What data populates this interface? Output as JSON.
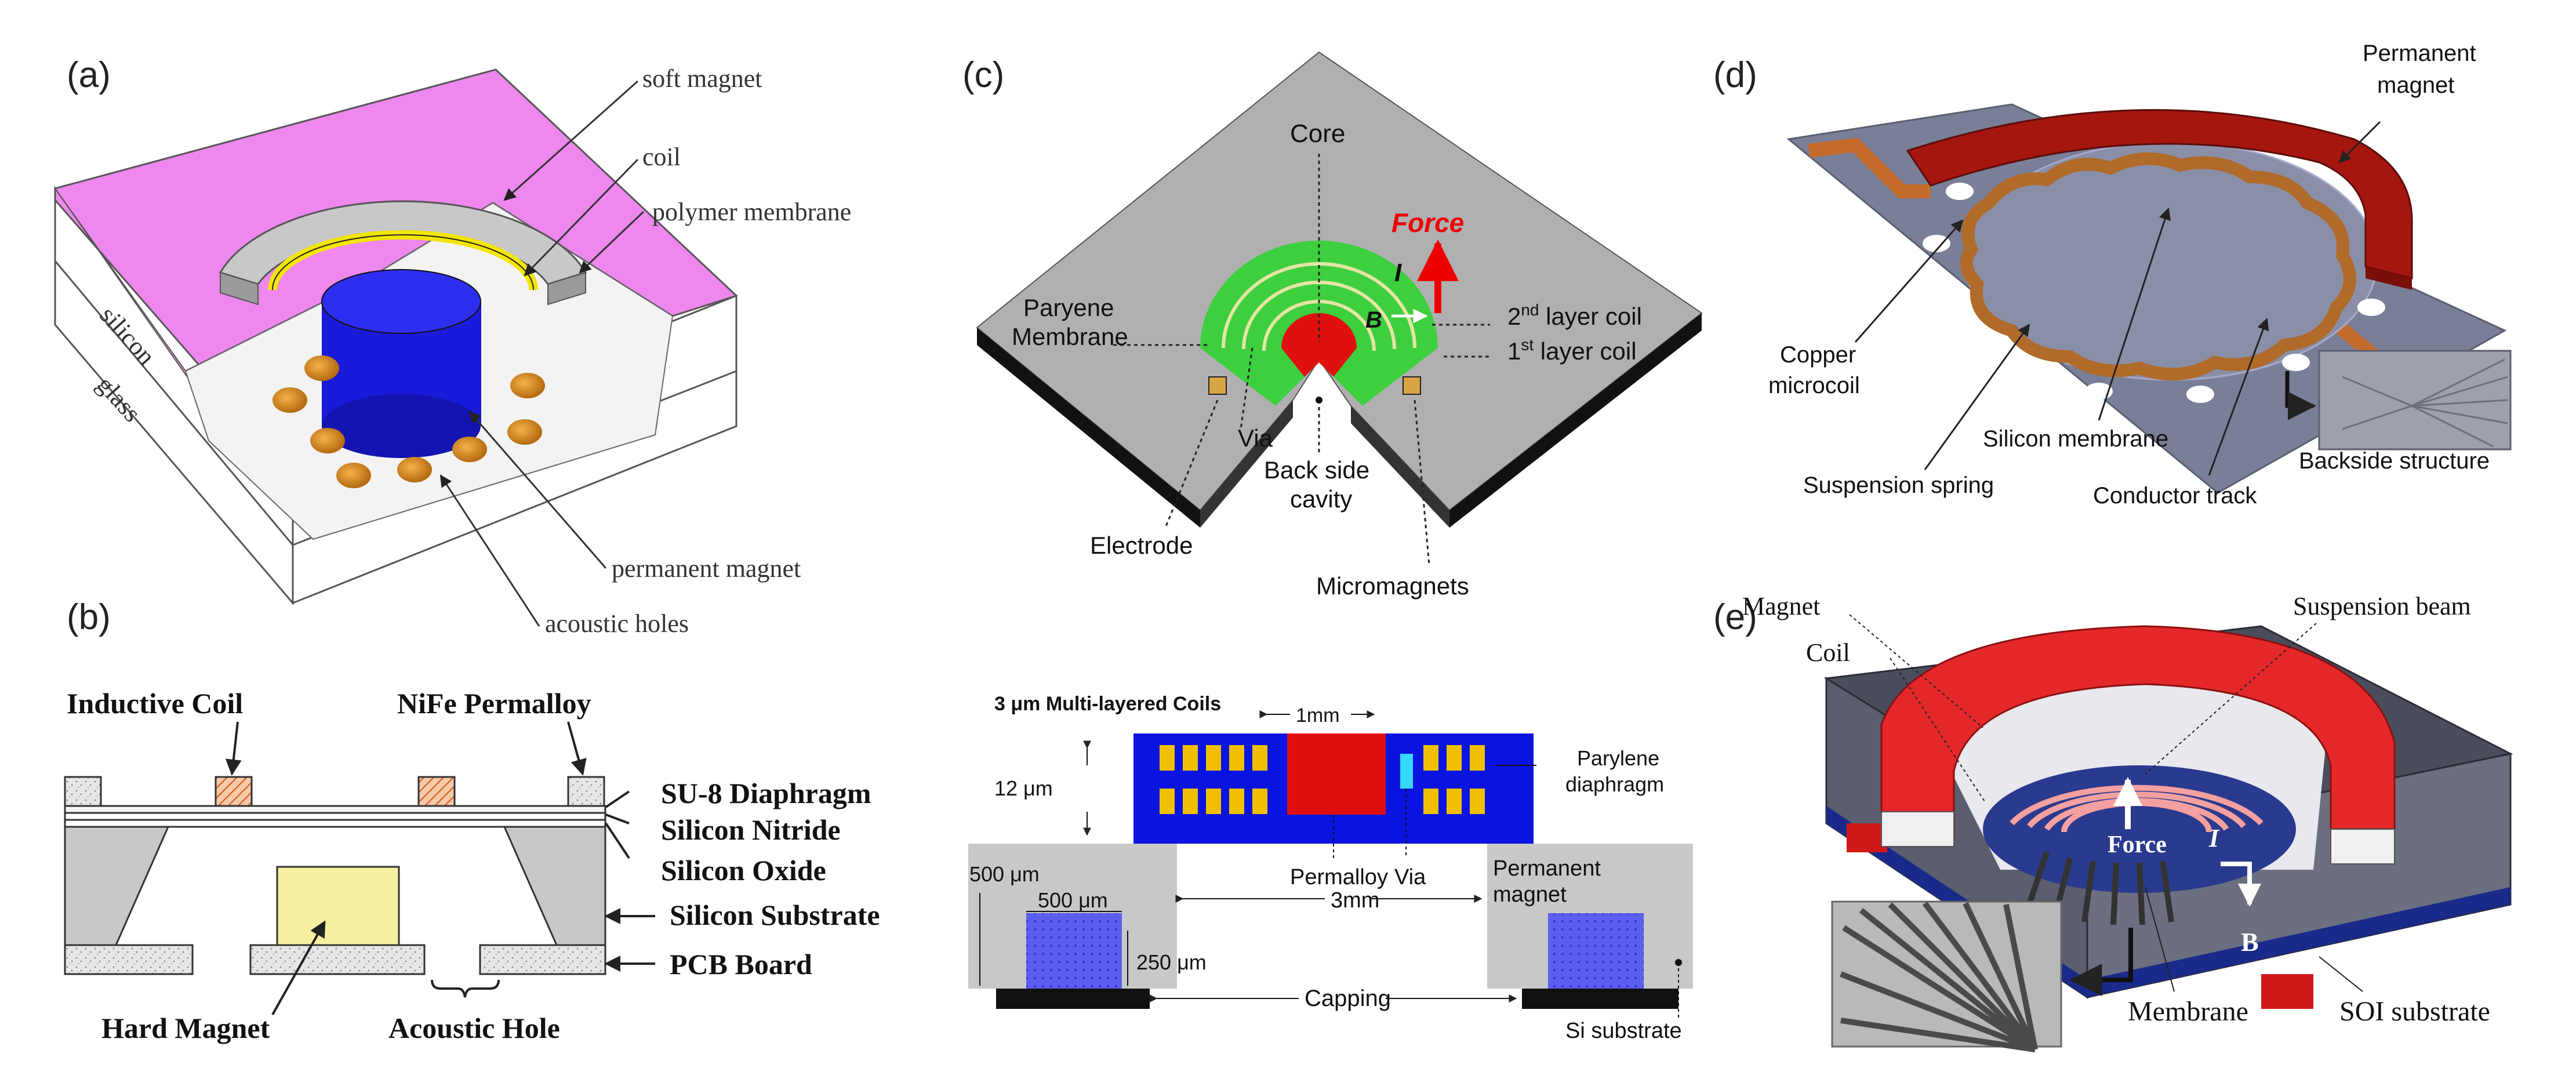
{
  "panel_a": {
    "label": "(a)",
    "soft_magnet": "soft magnet",
    "coil": "coil",
    "polymer_membrane": "polymer membrane",
    "silicon": "silicon",
    "glass": "glass",
    "permanent_magnet": "permanent magnet",
    "acoustic_holes": "acoustic holes"
  },
  "panel_b": {
    "label": "(b)",
    "inductive_coil": "Inductive Coil",
    "nife_permalloy": "NiFe Permalloy",
    "su8_diaphragm": "SU-8 Diaphragm",
    "silicon_nitride": "Silicon Nitride",
    "silicon_oxide": "Silicon Oxide",
    "silicon_substrate": "Silicon Substrate",
    "pcb_board": "PCB Board",
    "hard_magnet": "Hard Magnet",
    "acoustic_hole": "Acoustic Hole"
  },
  "panel_c": {
    "label": "(c)",
    "core": "Core",
    "force": "Force",
    "current": "I",
    "field": "B",
    "paryene_membrane_1": "Paryene",
    "paryene_membrane_2": "Membrane",
    "layer2_pre": "2",
    "layer2_sup": "nd",
    "layer2_post": " layer coil",
    "layer1_pre": "1",
    "layer1_sup": "st",
    "layer1_post": "  layer coil",
    "via": "Via",
    "back_side_1": "Back side",
    "back_side_2": "cavity",
    "electrode": "Electrode",
    "micromagnets": "Micromagnets",
    "cross_coils": "3 μm Multi-layered Coils",
    "cross_1mm": "1mm",
    "cross_12um": "12 μm",
    "cross_parylene_1": "Parylene",
    "cross_parylene_2": "diaphragm",
    "cross_500um_a": "500 μm",
    "cross_500um_b": "500 μm",
    "cross_permalloy": "Permalloy",
    "cross_via": "Via",
    "cross_3mm": "3mm",
    "cross_perm_magnet_1": "Permanent",
    "cross_perm_magnet_2": "magnet",
    "cross_250um": "250 μm",
    "cross_capping": "Capping",
    "cross_si_substrate": "Si substrate"
  },
  "panel_d": {
    "label": "(d)",
    "permanent_magnet_1": "Permanent",
    "permanent_magnet_2": "magnet",
    "copper_microcoil_1": "Copper",
    "copper_microcoil_2": "microcoil",
    "silicon_membrane": "Silicon membrane",
    "suspension_spring": "Suspension spring",
    "conductor_track": "Conductor track",
    "backside_structure": "Backside structure"
  },
  "panel_e": {
    "label": "(e)",
    "magnet": "Magnet",
    "coil": "Coil",
    "suspension_beam": "Suspension beam",
    "force": "Force",
    "current": "I",
    "field": "B",
    "membrane": "Membrane",
    "soi_substrate": "SOI substrate"
  },
  "colors": {
    "magenta_membrane": "#ee88ee",
    "blue_magnet": "#1a1adb",
    "coil_yellow": "#f2e600",
    "hole_orange": "#d98a1a",
    "green_membrane": "#3ecf3e",
    "red_core": "#e01010",
    "gray_die": "#8f8f8f",
    "dark_red_magnet": "#a5160f",
    "bright_red_magnet": "#e4282a",
    "cross_blue": "#0a14e0"
  }
}
